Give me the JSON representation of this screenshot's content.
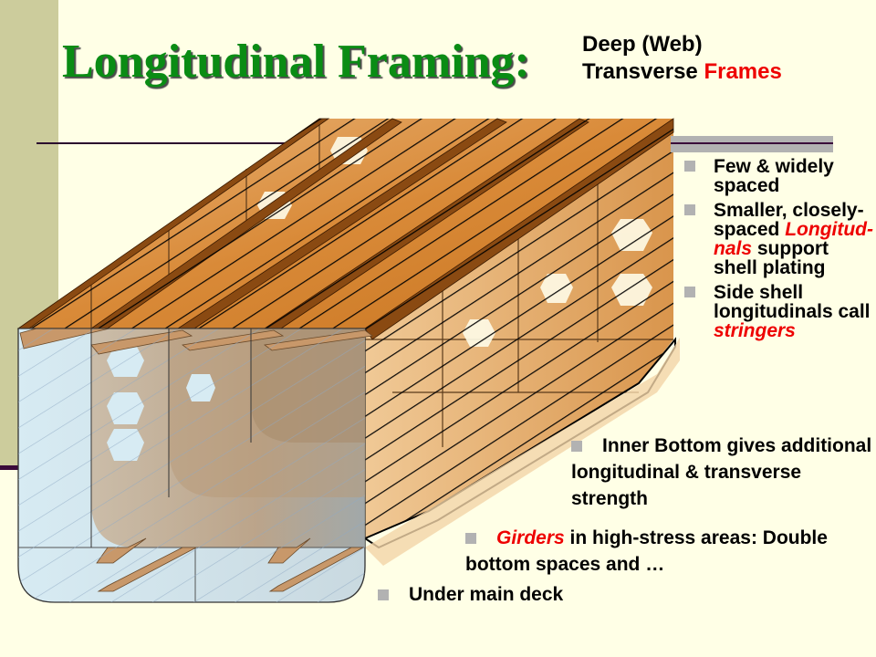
{
  "slide": {
    "title": "Longitudinal Framing:",
    "subtitle": {
      "line1": "Deep (Web)",
      "line2_black": "Transverse ",
      "line2_red": "Frames"
    },
    "right_bullets": [
      {
        "text": "Few & widely spaced"
      },
      {
        "pre": "Smaller, closely-spaced ",
        "red_italic": "Longitud-nals",
        "post": " support shell plating"
      },
      {
        "pre": "Side shell longitudinals call ",
        "red_italic": "stringers"
      }
    ],
    "inner_bottom": {
      "text": "Inner Bottom gives additional longitudinal & transverse strength"
    },
    "girders": {
      "red_italic": "Girders",
      "post": " in high-stress areas: Double bottom spaces and …"
    },
    "under_deck": {
      "text": "Under main deck"
    },
    "colors": {
      "background": "#FFFFE6",
      "sidebar": "#CCCC9C",
      "title_green": "#0A8C14",
      "accent_red": "#EE0000",
      "bullet_gray": "#B2B2B2",
      "rule_purple": "#3A0A3A",
      "steel_orange": "#D9822B",
      "glass_blue": "#D6EAF2"
    },
    "diagram": {
      "label": "ship-hull-longitudinal-framing-cutaway"
    }
  }
}
